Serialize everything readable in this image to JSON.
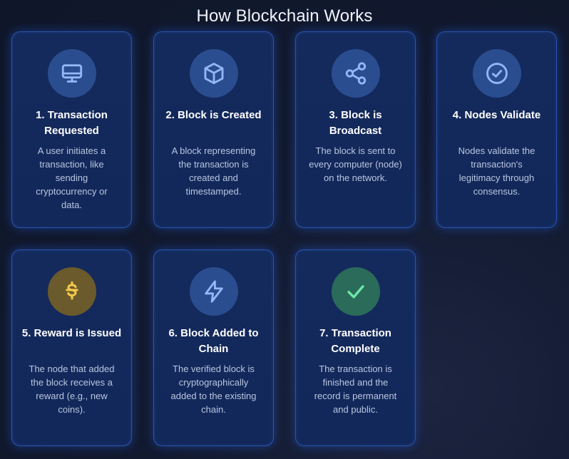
{
  "title": "How Blockchain Works",
  "steps": [
    {
      "title": "1. Transaction Requested",
      "description": "A user initiates a transaction, like sending cryptocurrency or data.",
      "icon": "monitor-icon"
    },
    {
      "title": "2. Block is Created",
      "description": "A block representing the transaction is created and timestamped.",
      "icon": "cube-icon"
    },
    {
      "title": "3. Block is Broadcast",
      "description": "The block is sent to every computer (node) on the network.",
      "icon": "share-icon"
    },
    {
      "title": "4. Nodes Validate",
      "description": "Nodes validate the transaction's legitimacy through consensus.",
      "icon": "check-circle-icon"
    },
    {
      "title": "5. Reward is Issued",
      "description": "The node that added the block receives a reward (e.g., new coins).",
      "icon": "coin-icon"
    },
    {
      "title": "6. Block Added to Chain",
      "description": "The verified block is cryptographically added to the existing chain.",
      "icon": "lightning-icon"
    },
    {
      "title": "7. Transaction Complete",
      "description": "The transaction is finished and the record is permanent and public.",
      "icon": "check-icon"
    }
  ],
  "colors": {
    "icon_blue": "#93b8f5",
    "icon_gold": "#f2c94c",
    "icon_green": "#6ee7a8"
  }
}
